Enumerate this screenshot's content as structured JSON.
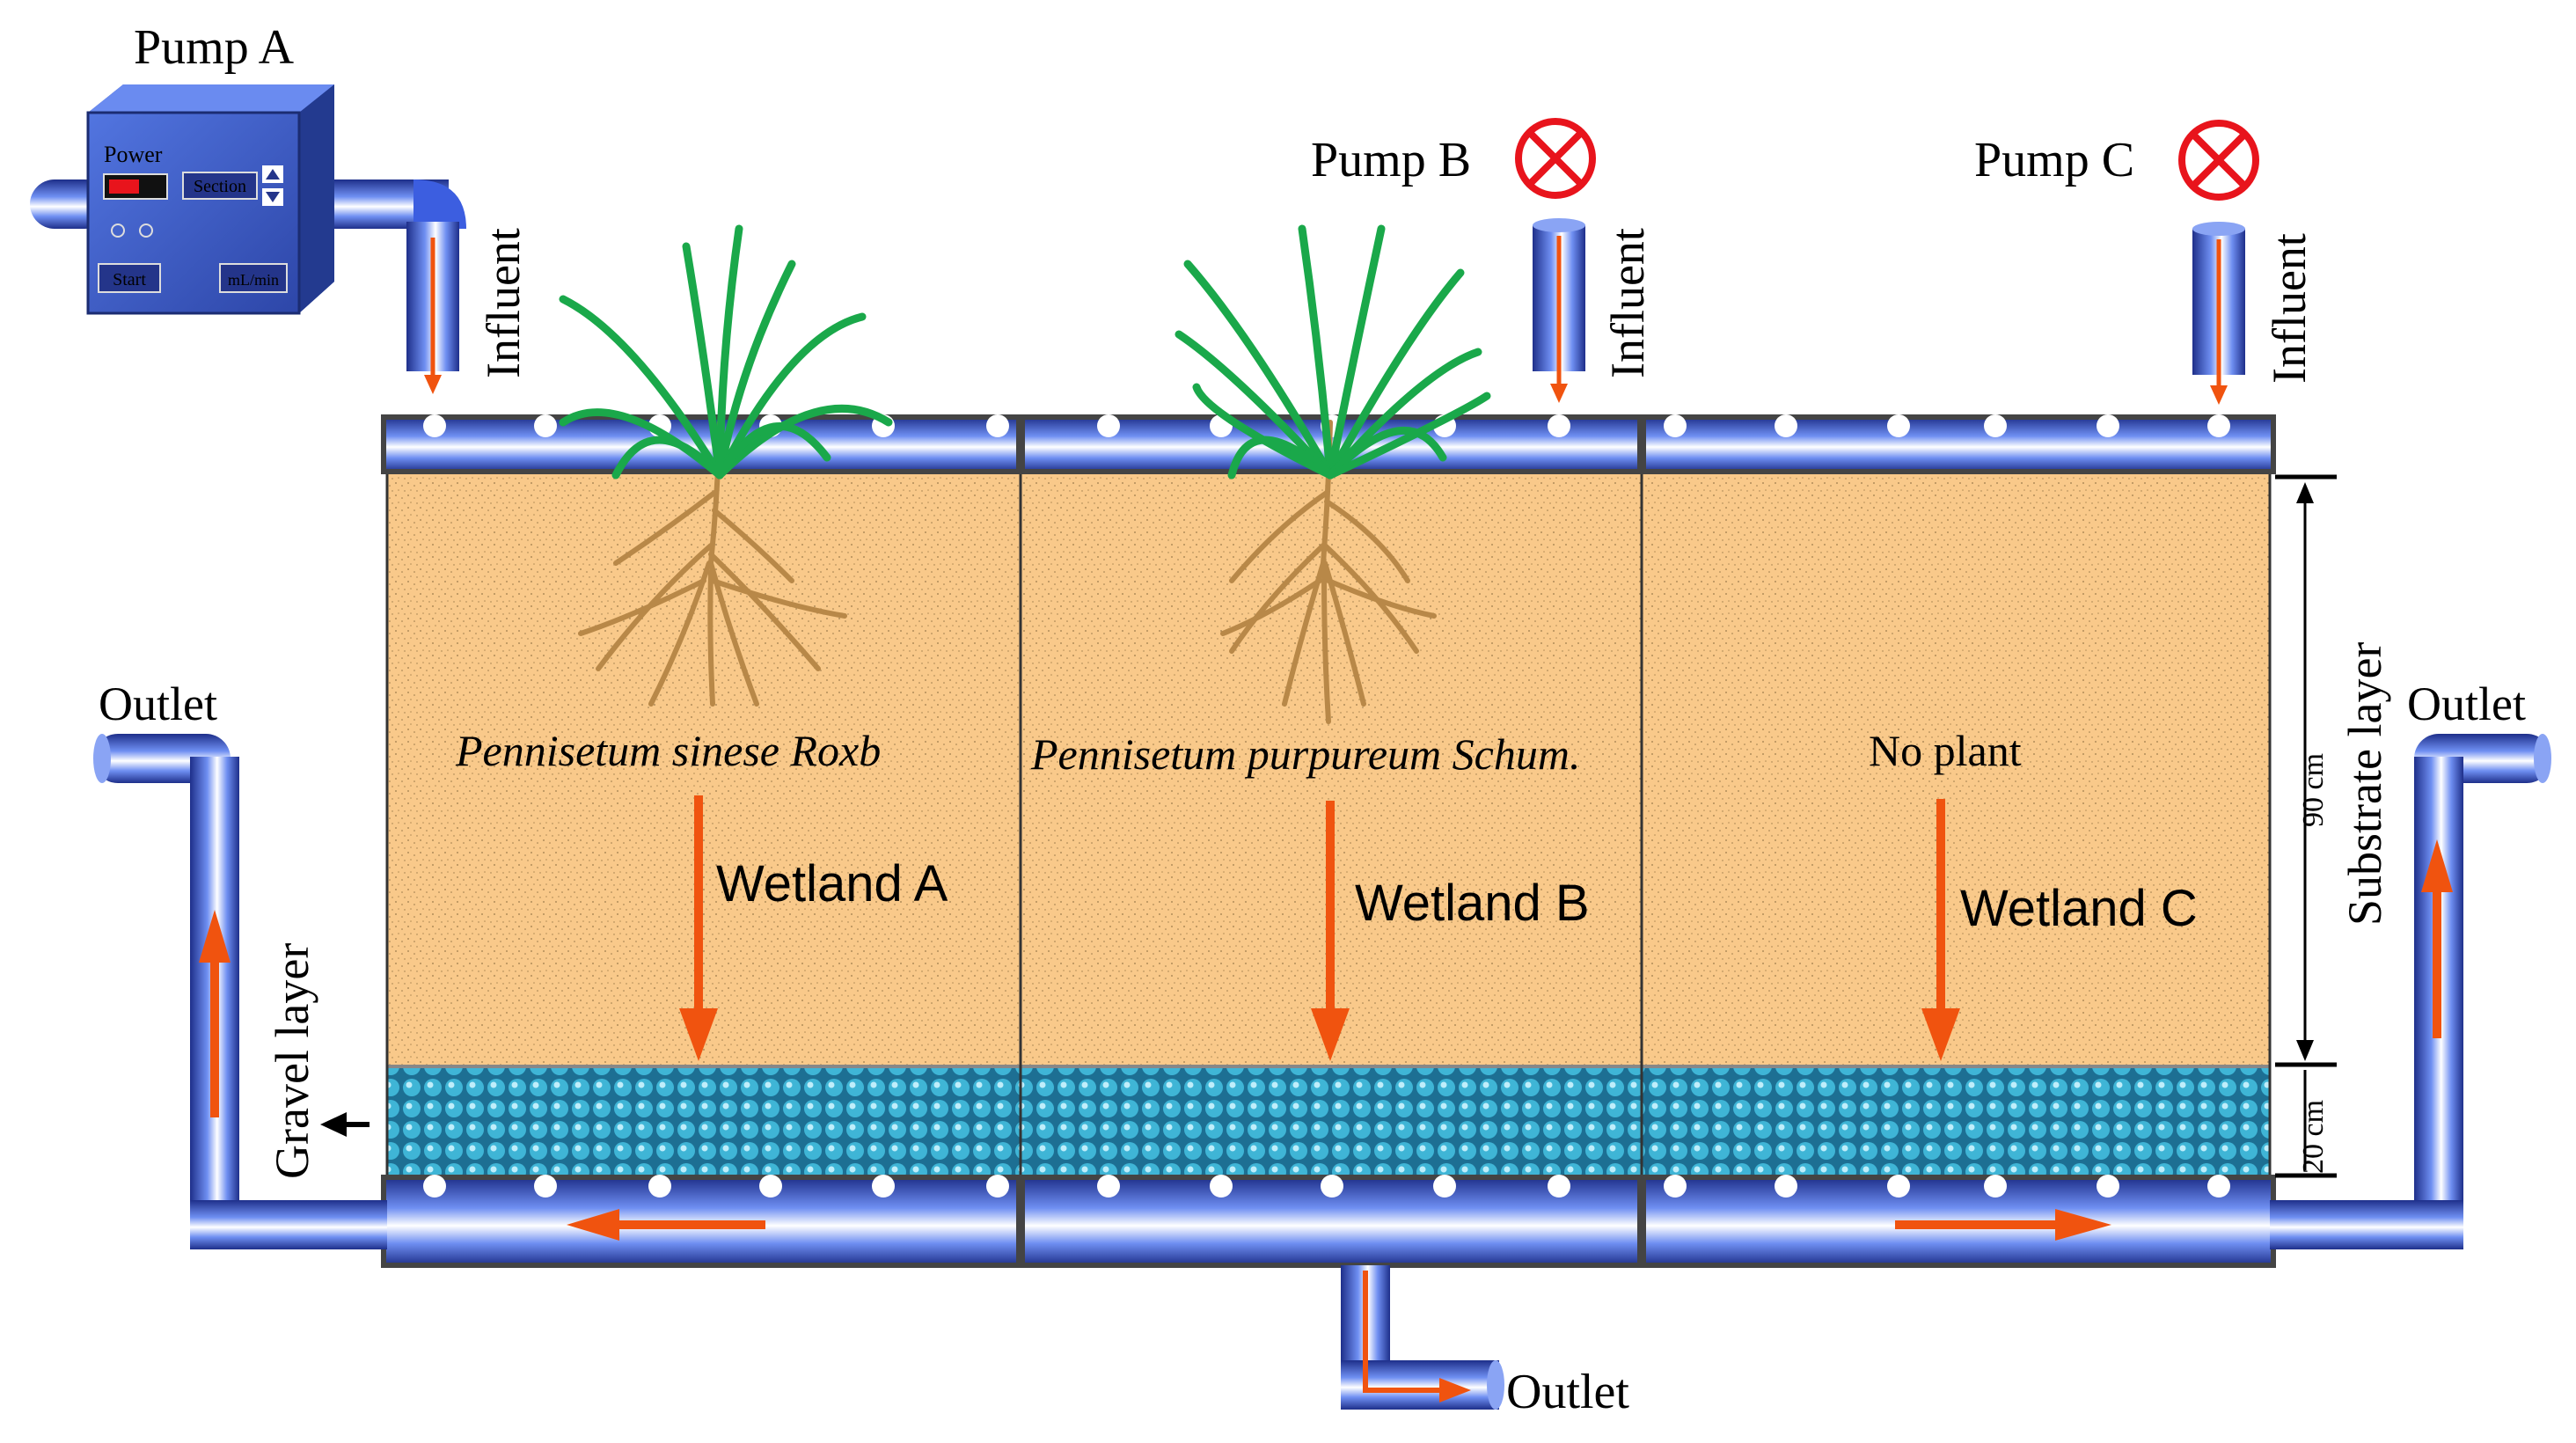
{
  "pump_a": {
    "label": "Pump A",
    "power_label": "Power",
    "section_label": "Section",
    "start_label": "Start",
    "unit_label": "mL/min"
  },
  "pump_b": {
    "label": "Pump B"
  },
  "pump_c": {
    "label": "Pump C"
  },
  "influent_label": "Influent",
  "outlet_label": "Outlet",
  "wetlands": [
    {
      "name": "Wetland  A",
      "plant": "Pennisetum sinese Roxb"
    },
    {
      "name": "Wetland  B",
      "plant": "Pennisetum purpureum Schum."
    },
    {
      "name": "Wetland  C",
      "plant": "No plant"
    }
  ],
  "layers": {
    "substrate": "Substrate layer",
    "gravel": "Gravel layer",
    "substrate_depth": "90 cm",
    "gravel_depth": "20 cm"
  },
  "colors": {
    "substrate": "#f9c98a",
    "gravel": "#2aa9c9",
    "flow_arrow": "#f0530f",
    "stop_icon": "#e8141c",
    "pipe": "#3c5ee0",
    "plant_leaf": "#1aa84a",
    "root": "#b88848",
    "pump_body": "#3958c8"
  }
}
